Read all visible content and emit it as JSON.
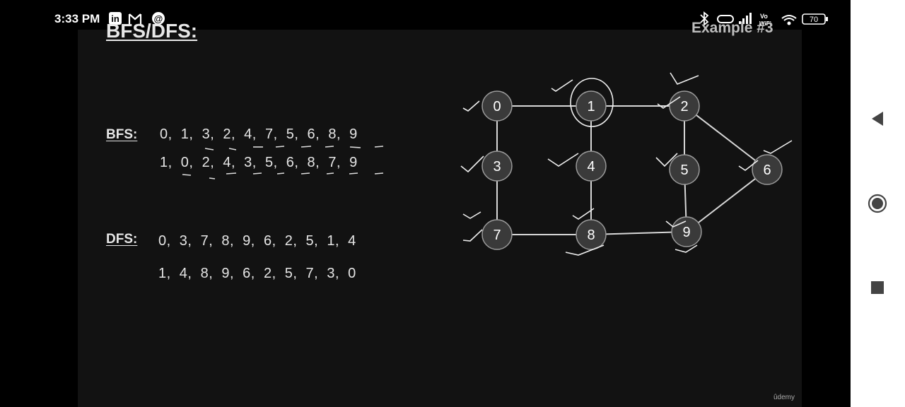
{
  "status_bar": {
    "time": "3:33 PM",
    "left_icons": [
      "linkedin-icon",
      "gmail-icon",
      "threads-icon"
    ],
    "right_icons": [
      "bluetooth-icon",
      "vowifi-icon",
      "signal-icon",
      "wifi-icon"
    ],
    "vo_label": "Vo",
    "wifi_label": "WiFi",
    "battery": "70"
  },
  "slide": {
    "title": "BFS/DFS:",
    "example": "Example #3",
    "bfs_label": "BFS:",
    "dfs_label": "DFS:",
    "bfs_rows": [
      "0,  1,  3,  2,  4,  7,  5,  6,  8,  9",
      "1,  0,  2,  4,  3,  5,  6,  8,  7,  9"
    ],
    "dfs_rows": [
      "0,  3,  7,  8,  9,  6,  2,  5,  1,  4",
      "1,  4,  8,  9,  6,  2,  5,  7,  3,  0"
    ],
    "watermark": "ûdemy"
  },
  "graph": {
    "nodes": [
      "0",
      "1",
      "2",
      "3",
      "4",
      "5",
      "6",
      "7",
      "8",
      "9"
    ]
  },
  "nav": {
    "back": "◀",
    "home": "◉",
    "recents": "■"
  }
}
